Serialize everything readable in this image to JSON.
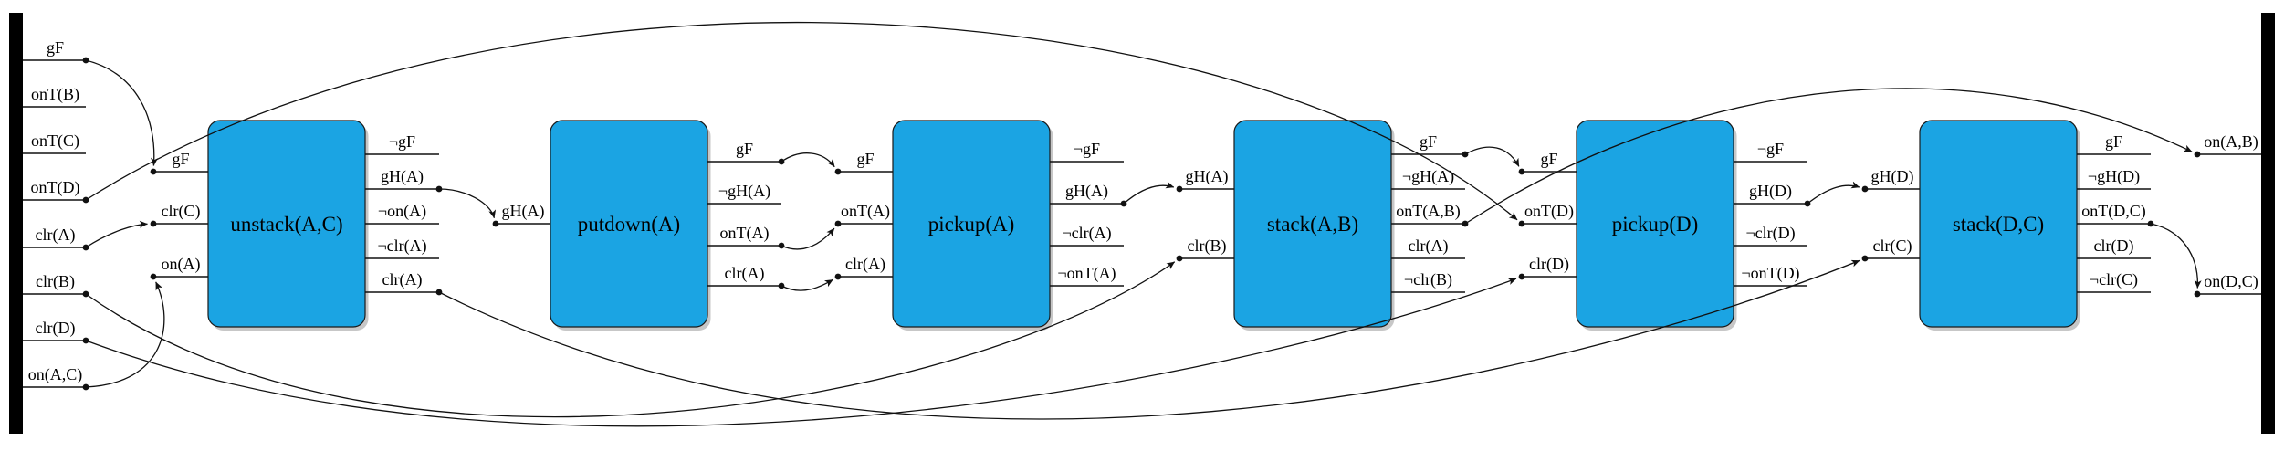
{
  "diagram": {
    "description": "partial-order-plan-graph",
    "colors": {
      "action_box_fill": "#1ba4e3",
      "action_box_border": "#1a1a1a",
      "edge_line": "#111111",
      "state_bar": "#000000",
      "box_shadow": "#999999"
    },
    "initial_state_bar": {
      "facts": [
        "gF",
        "onT(B)",
        "onT(C)",
        "onT(D)",
        "clr(A)",
        "clr(B)",
        "clr(D)",
        "on(A,C)"
      ]
    },
    "goal_bar": {
      "facts": [
        "on(A,B)",
        "on(D,C)"
      ]
    },
    "actions": [
      {
        "id": "unstack",
        "title": "unstack(A,C)",
        "inputs": [
          "gF",
          "clr(C)",
          "on(A)"
        ],
        "outputs": [
          "¬gF",
          "gH(A)",
          "¬on(A)",
          "¬clr(A)",
          "clr(A)"
        ]
      },
      {
        "id": "putdown",
        "title": "putdown(A)",
        "inputs": [
          "gH(A)"
        ],
        "outputs": [
          "gF",
          "¬gH(A)",
          "onT(A)",
          "clr(A)"
        ]
      },
      {
        "id": "pickup_a",
        "title": "pickup(A)",
        "inputs": [
          "gF",
          "onT(A)",
          "clr(A)"
        ],
        "outputs": [
          "¬gF",
          "gH(A)",
          "¬clr(A)",
          "¬onT(A)"
        ]
      },
      {
        "id": "stack_ab",
        "title": "stack(A,B)",
        "inputs": [
          "gH(A)",
          "clr(B)"
        ],
        "outputs": [
          "gF",
          "¬gH(A)",
          "onT(A,B)",
          "clr(A)",
          "¬clr(B)"
        ]
      },
      {
        "id": "pickup_d",
        "title": "pickup(D)",
        "inputs": [
          "gF",
          "onT(D)",
          "clr(D)"
        ],
        "outputs": [
          "¬gF",
          "gH(D)",
          "¬clr(D)",
          "¬onT(D)"
        ]
      },
      {
        "id": "stack_dc",
        "title": "stack(D,C)",
        "inputs": [
          "gH(D)",
          "clr(C)"
        ],
        "outputs": [
          "gF",
          "¬gH(D)",
          "onT(D,C)",
          "clr(D)",
          "¬clr(C)"
        ]
      }
    ],
    "links": [
      {
        "from": "init:gF",
        "to": "unstack:in:gF"
      },
      {
        "from": "init:clr(A)",
        "to": "unstack:in:clr(C)"
      },
      {
        "from": "init:on(A,C)",
        "to": "unstack:in:on(A)"
      },
      {
        "from": "unstack:out:gH(A)",
        "to": "putdown:in:gH(A)"
      },
      {
        "from": "putdown:out:gF",
        "to": "pickup_a:in:gF"
      },
      {
        "from": "putdown:out:onT(A)",
        "to": "pickup_a:in:onT(A)"
      },
      {
        "from": "putdown:out:clr(A)",
        "to": "pickup_a:in:clr(A)"
      },
      {
        "from": "pickup_a:out:gH(A)",
        "to": "stack_ab:in:gH(A)"
      },
      {
        "from": "init:clr(B)",
        "to": "stack_ab:in:clr(B)"
      },
      {
        "from": "stack_ab:out:gF",
        "to": "pickup_d:in:gF"
      },
      {
        "from": "init:onT(D)",
        "to": "pickup_d:in:onT(D)"
      },
      {
        "from": "init:clr(D)",
        "to": "pickup_d:in:clr(D)"
      },
      {
        "from": "pickup_d:out:gH(D)",
        "to": "stack_dc:in:gH(D)"
      },
      {
        "from": "unstack:out:clr(A)",
        "to": "stack_dc:in:clr(C)"
      },
      {
        "from": "stack_ab:out:onT(A,B)",
        "to": "goal:on(A,B)"
      },
      {
        "from": "stack_dc:out:onT(D,C)",
        "to": "goal:on(D,C)"
      }
    ]
  }
}
